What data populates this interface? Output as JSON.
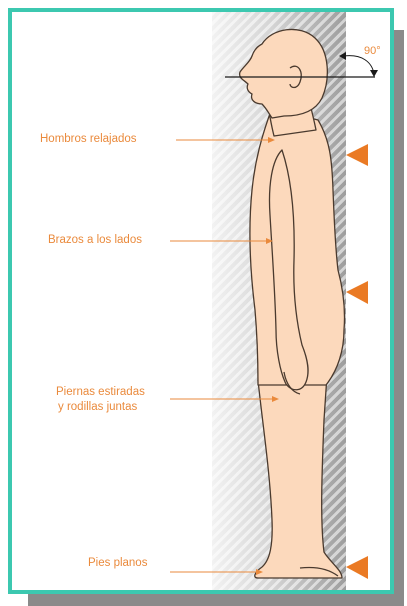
{
  "angle_label": "90°",
  "labels": {
    "shoulders": "Hombros relajados",
    "arms": "Brazos a los lados",
    "legs_line1": "Piernas estiradas",
    "legs_line2": "y rodillas juntas",
    "feet": "Pies planos"
  },
  "colors": {
    "frame": "#3cc8b0",
    "accent": "#ea8a3c",
    "skin": "#fcd9bc",
    "outline": "#4a3a2e",
    "shadow": "#8a8a8a"
  },
  "icons": [
    "contact-marker-icon",
    "angle-arc-icon",
    "human-figure-icon"
  ]
}
